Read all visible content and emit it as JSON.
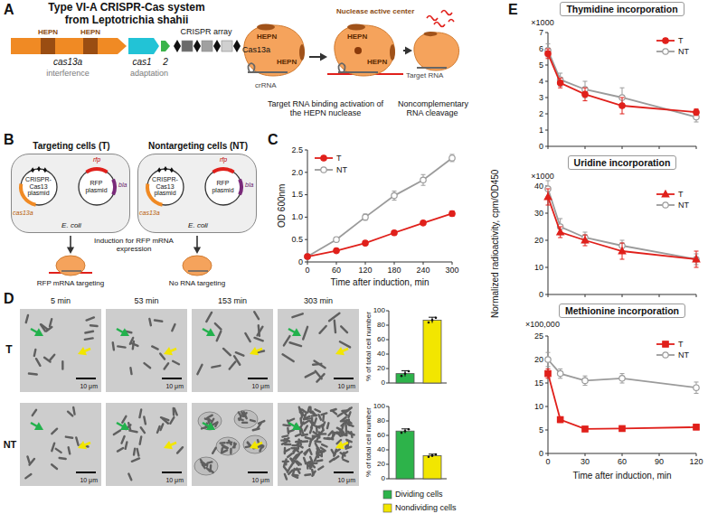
{
  "diagram": {
    "nodes": [
      {
        "text": [
          "HEPN",
          "HEPN",
          "Cas13a",
          "crRNA"
        ]
      },
      {
        "text": [
          "Nuclease active center",
          "HEPN",
          "HEPN"
        ]
      },
      {
        "text": [
          "Targeting cells (T)",
          "E. coli"
        ]
      },
      {
        "text": [
          "CRISPR-Cas13 plasmid"
        ],
        "in": 2
      },
      {
        "text": [
          "RFP plasmid"
        ],
        "in": 2
      },
      {
        "text": [
          "Nontargeting cells (NT)",
          "E. coli"
        ]
      },
      {
        "text": [
          "CRISPR-Cas13 plasmid"
        ],
        "in": 5
      },
      {
        "text": [
          "RFP plasmid"
        ],
        "in": 5
      },
      {
        "text": [
          "Thymidine incorporation"
        ]
      },
      {
        "text": [
          "Uridine incorporation"
        ]
      },
      {
        "text": [
          "Methionine incorporation"
        ]
      }
    ],
    "edges": [
      {
        "from": 0,
        "to": 1,
        "arrow": "to"
      }
    ],
    "labels": [
      "A",
      "Type VI-A CRISPR-Cas system from Leptotrichia shahii",
      "HEPN",
      "HEPN",
      "cas13a",
      "interference",
      "cas1",
      "2",
      "adaptation",
      "CRISPR array",
      "Target RNA",
      "Target RNA binding activation of the HEPN nuclease",
      "Noncomplementary RNA cleavage",
      "B",
      "cas13a",
      "rfp",
      "bla",
      "cas13a",
      "rfp",
      "bla",
      "Induction for RFP mRNA expression",
      "RFP mRNA targeting",
      "No RNA targeting",
      "C",
      "0",
      "0.5",
      "1.0",
      "1.5",
      "2.0",
      "2.5",
      "0",
      "60",
      "120",
      "180",
      "240",
      "300",
      "OD 600nm",
      "Time after induction, min",
      "D",
      "5 min",
      "53 min",
      "153 min",
      "303 min",
      "T",
      "NT",
      "10 μm",
      "10 μm",
      "10 μm",
      "10 μm",
      "10 μm",
      "10 μm",
      "10 μm",
      "10 μm",
      "0",
      "20",
      "40",
      "60",
      "80",
      "100",
      "% of total cell number",
      "0",
      "20",
      "40",
      "60",
      "80",
      "100",
      "% of total cell number",
      "E",
      "×1000",
      "0",
      "1",
      "2",
      "3",
      "4",
      "5",
      "6",
      "7",
      "×1000",
      "0",
      "10",
      "20",
      "30",
      "40",
      "×100,000",
      "0",
      "5",
      "10",
      "15",
      "20",
      "25",
      "0",
      "30",
      "60",
      "90",
      "120",
      "Normalized radioactivity, cpm/OD450",
      "Time after induction, min"
    ],
    "legend": [
      {
        "text": "T"
      },
      {
        "text": "NT"
      },
      {
        "text": "Dividing cells",
        "color": "#2db34a"
      },
      {
        "text": "Nondividing cells",
        "color": "#f2e600"
      },
      {
        "text": "T"
      },
      {
        "text": "NT"
      },
      {
        "text": "T"
      },
      {
        "text": "NT"
      },
      {
        "text": "T"
      },
      {
        "text": "NT"
      }
    ]
  }
}
